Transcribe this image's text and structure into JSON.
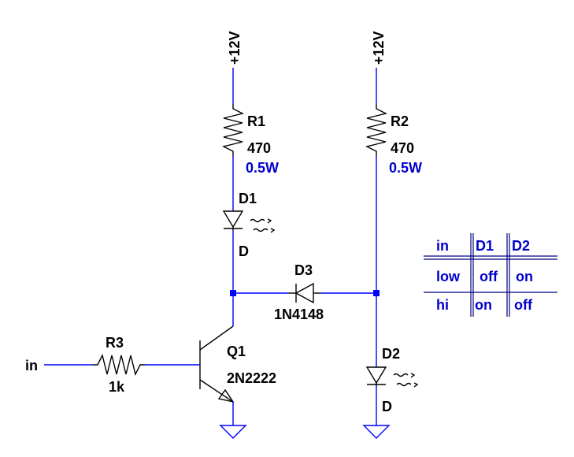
{
  "supply": {
    "left": "+12V",
    "right": "+12V"
  },
  "components": {
    "r1": {
      "ref": "R1",
      "value": "470",
      "power": "0.5W"
    },
    "r2": {
      "ref": "R2",
      "value": "470",
      "power": "0.5W"
    },
    "r3": {
      "ref": "R3",
      "value": "1k"
    },
    "d1": {
      "ref": "D1",
      "type": "D"
    },
    "d2": {
      "ref": "D2",
      "type": "D"
    },
    "d3": {
      "ref": "D3",
      "value": "1N4148"
    },
    "q1": {
      "ref": "Q1",
      "value": "2N2222"
    }
  },
  "input_label": "in",
  "truth_table": {
    "headers": [
      "in",
      "D1",
      "D2"
    ],
    "rows": [
      [
        "low",
        "off",
        "on"
      ],
      [
        "hi",
        "on",
        "off"
      ]
    ]
  },
  "colors": {
    "wire": "#0000ff",
    "component": "#000000",
    "annotation": "#0000cc"
  }
}
